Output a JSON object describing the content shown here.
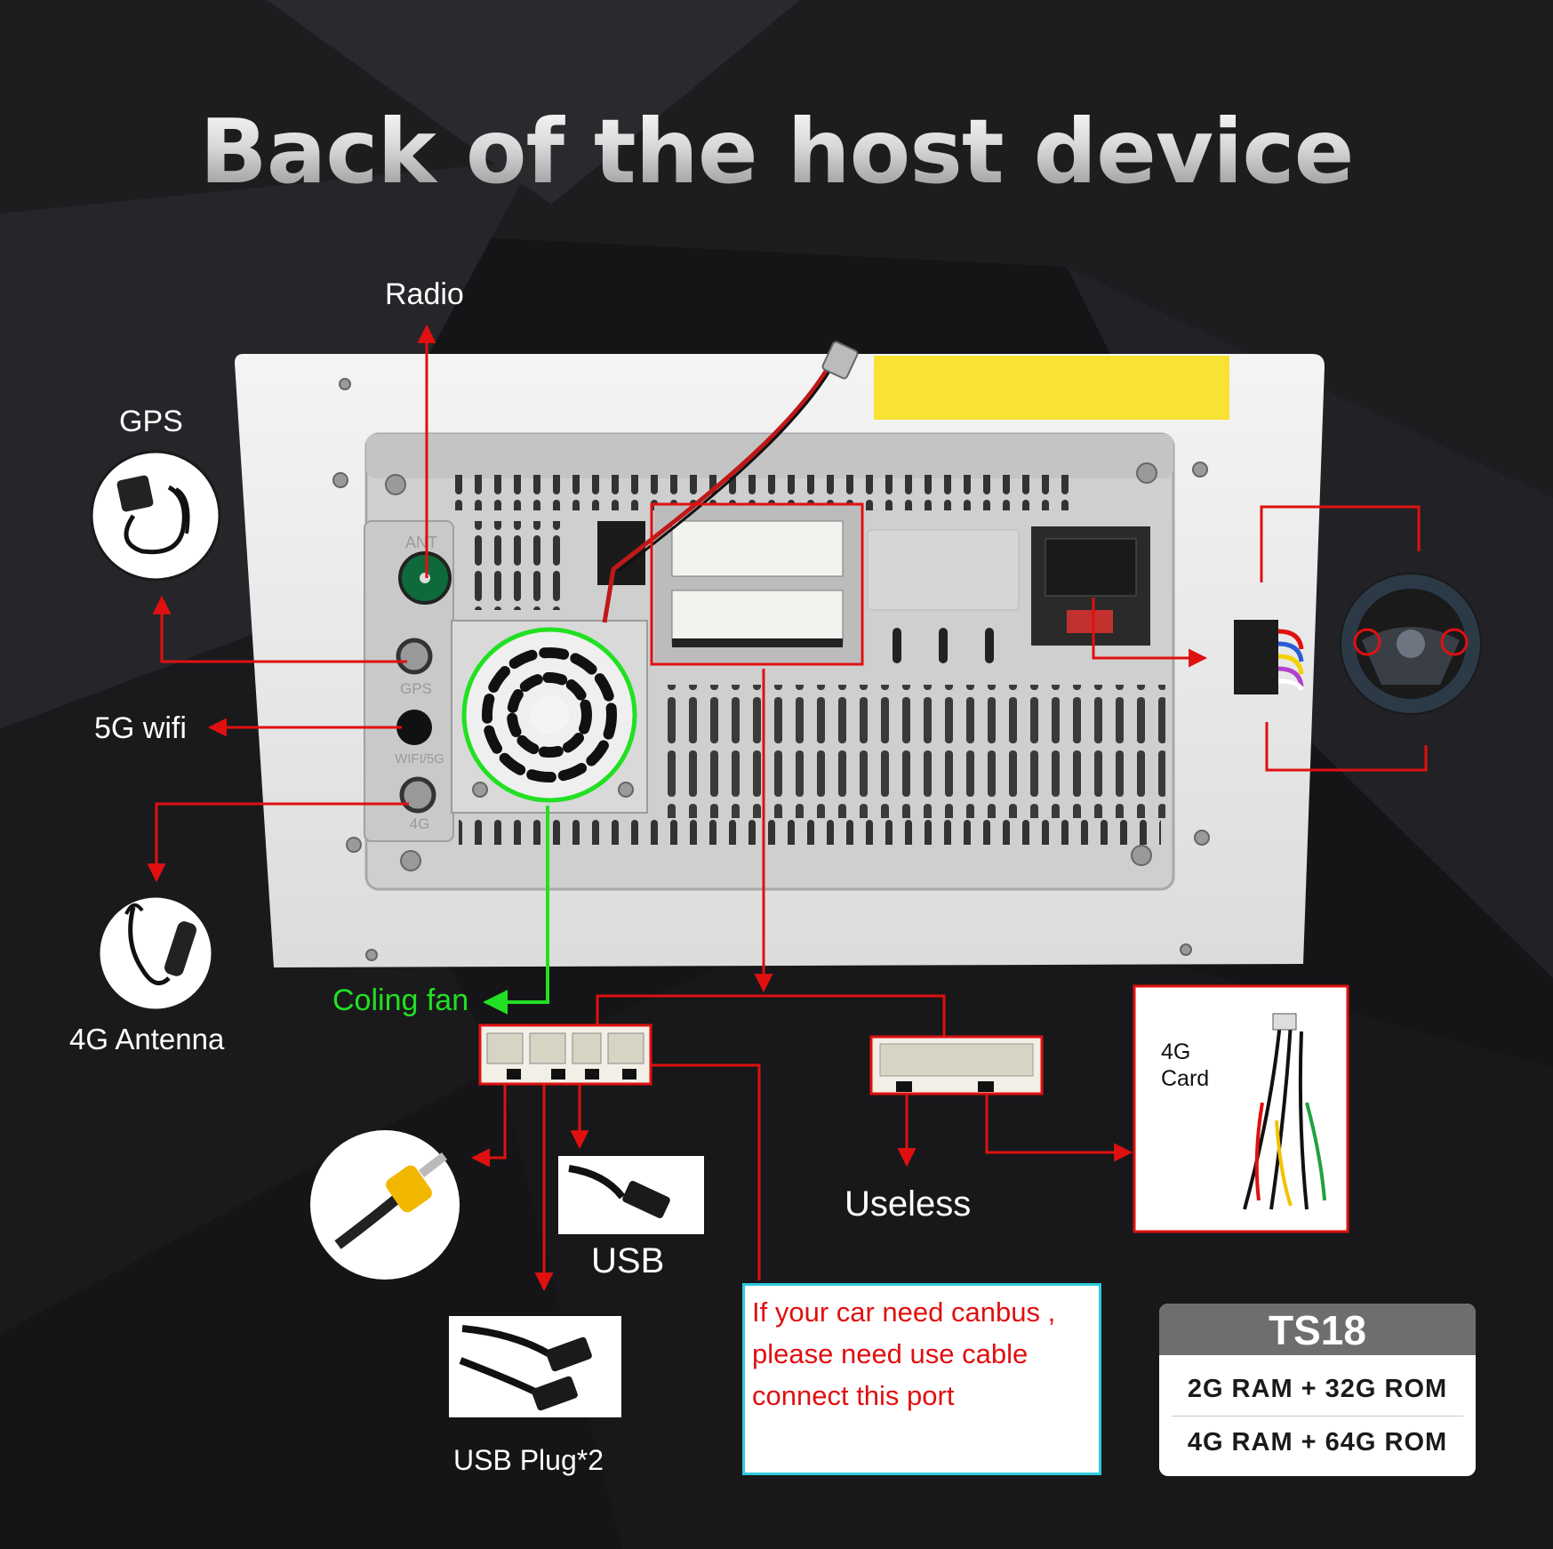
{
  "title": "Back of the host device",
  "labels": {
    "radio": "Radio",
    "gps": "GPS",
    "wifi": "5G  wifi",
    "antenna_4g": "4G Antenna",
    "cooling_fan": "Coling fan",
    "usb": "USB",
    "usb_plug": "USB Plug*2",
    "useless": "Useless",
    "card_4g": "4G\nCard"
  },
  "port_markings": {
    "ant": "ANT",
    "gps": "GPS",
    "wifi": "WIFI/5G",
    "g4": "4G"
  },
  "canbus_note": "If your car need canbus , please need use cable connect this port",
  "spec": {
    "model": "TS18",
    "options": [
      "2G RAM  +  32G ROM",
      "4G RAM  +  64G ROM"
    ]
  },
  "colors": {
    "arrow": "#e01010",
    "fan_highlight": "#22e022",
    "note_border": "#2ecbe0",
    "warning": "#ffd200",
    "yellow_sticker": "#f8e232"
  }
}
